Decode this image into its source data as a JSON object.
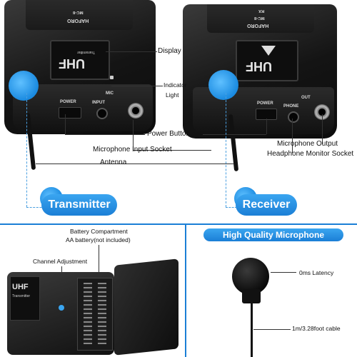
{
  "top": {
    "transmitter": {
      "brand": "HAFORO",
      "model": "MC-8",
      "screen_text": "UHF",
      "screen_subtext": "Transmitter",
      "port_power": "POWER",
      "port_input": "INPUT",
      "port_mic": "MIC"
    },
    "receiver": {
      "brand": "HAFORO",
      "model": "MC-8",
      "rx": "RX",
      "screen_text": "UHF",
      "port_power": "POWER",
      "port_phone": "PHONE",
      "port_out": "OUT"
    },
    "callouts": {
      "display": "Display",
      "indicator": "Indicator",
      "light": "Light",
      "power_button": "Power Button",
      "mic_input_socket": "Microphone Input Socket",
      "antenna": "Antenna",
      "mic_output": "Microphone Output",
      "headphone_socket": "Headphone Monitor Socket"
    },
    "pills": {
      "transmitter": "Transmitter",
      "receiver": "Receiver"
    }
  },
  "bottom_left": {
    "battery_compartment": "Battery Compartment",
    "aa_battery": "AA battery(not included)",
    "channel_adjustment": "Channel Adjustment",
    "unit_text": "UHF",
    "unit_subtext": "Transmitter"
  },
  "bottom_right": {
    "title": "High Quality Microphone",
    "latency": "0ms Latency",
    "cable": "1m/3.28foot cable"
  },
  "colors": {
    "accent_blue": "#1b7fd6",
    "device_black": "#1c1c1c"
  }
}
